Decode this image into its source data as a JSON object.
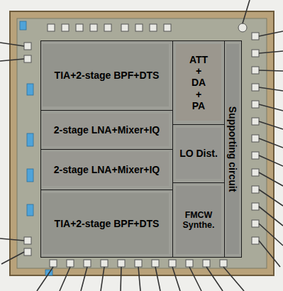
{
  "diagram": {
    "nodes": [
      {
        "text": [
          "TIA+2-stage BPF+DTS"
        ]
      },
      {
        "text": [
          "2-stage LNA+Mixer+IQ"
        ]
      },
      {
        "text": [
          "2-stage LNA+Mixer+IQ"
        ]
      },
      {
        "text": [
          "TIA+2-stage BPF+DTS"
        ]
      },
      {
        "text": [
          "ATT + DA + PA"
        ]
      },
      {
        "text": [
          "LO Dist."
        ]
      },
      {
        "text": [
          "FMCW Synthe."
        ]
      },
      {
        "text": [
          "Supporting circuit"
        ]
      }
    ]
  }
}
